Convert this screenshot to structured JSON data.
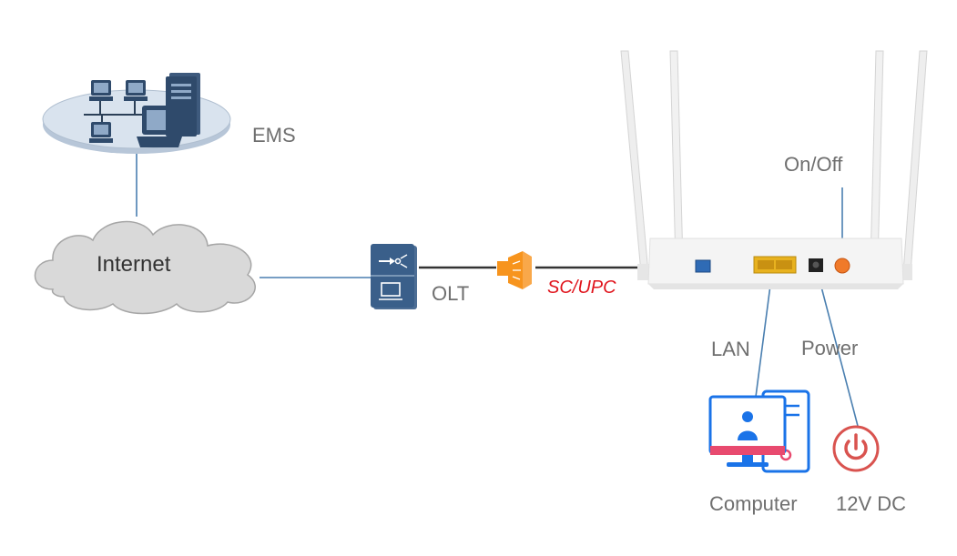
{
  "labels": {
    "ems": "EMS",
    "internet": "Internet",
    "olt": "OLT",
    "connector": "SC/UPC",
    "on_off": "On/Off",
    "lan": "LAN",
    "power": "Power",
    "computer": "Computer",
    "dc": "12V DC"
  },
  "colors": {
    "link_line": "#4a7fb0",
    "fiber_line": "#333333",
    "connector": "#f7941d",
    "connector_text": "#e0141c",
    "olt_body": "#3a5f8a",
    "computer_blue": "#1a73e8",
    "computer_pink": "#e84a6f",
    "power_red": "#d9534f",
    "lan_port": "#e8b21f",
    "power_button": "#f07a2a"
  },
  "icons": {
    "ems": "network-cluster-icon",
    "internet": "cloud-icon",
    "olt": "olt-device-icon",
    "connector": "sc-upc-connector-icon",
    "router": "ont-router-icon",
    "computer": "desktop-computer-icon",
    "dc": "power-symbol-icon"
  }
}
